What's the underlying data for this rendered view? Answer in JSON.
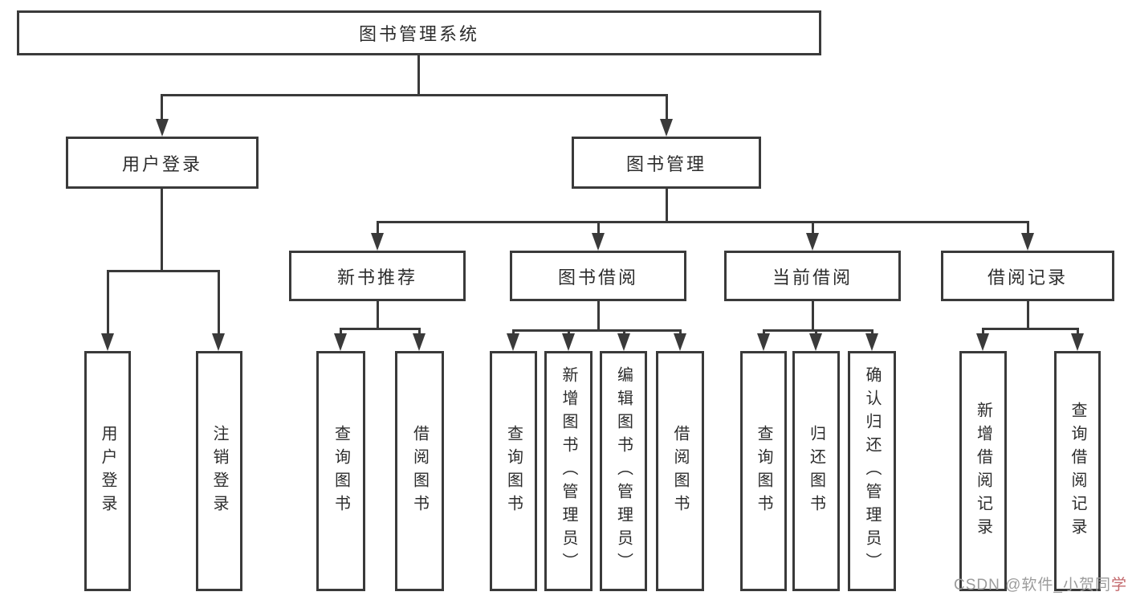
{
  "diagram": {
    "title": "图书管理系统",
    "root": {
      "label": "图书管理系统"
    },
    "level2": [
      {
        "label": "用户登录"
      },
      {
        "label": "图书管理"
      }
    ],
    "level3": [
      {
        "label": "新书推荐",
        "parent": "图书管理"
      },
      {
        "label": "图书借阅",
        "parent": "图书管理"
      },
      {
        "label": "当前借阅",
        "parent": "图书管理"
      },
      {
        "label": "借阅记录",
        "parent": "图书管理"
      }
    ],
    "leaves": [
      {
        "label": "用户登录",
        "parent": "用户登录"
      },
      {
        "label": "注销登录",
        "parent": "用户登录"
      },
      {
        "label": "查询图书",
        "parent": "新书推荐"
      },
      {
        "label": "借阅图书",
        "parent": "新书推荐"
      },
      {
        "label": "查询图书",
        "parent": "图书借阅"
      },
      {
        "label": "新增图书（管理员）",
        "parent": "图书借阅"
      },
      {
        "label": "编辑图书（管理员）",
        "parent": "图书借阅"
      },
      {
        "label": "借阅图书",
        "parent": "图书借阅"
      },
      {
        "label": "查询图书",
        "parent": "当前借阅"
      },
      {
        "label": "归还图书",
        "parent": "当前借阅"
      },
      {
        "label": "确认归还（管理员）",
        "parent": "当前借阅"
      },
      {
        "label": "新增借阅记录",
        "parent": "借阅记录"
      },
      {
        "label": "查询借阅记录",
        "parent": "借阅记录"
      }
    ]
  },
  "watermark": {
    "text": "CSDN @软件_小贺同学",
    "prefix": "CSDN @软件_小贺同",
    "accent": "学"
  },
  "colors": {
    "line": "#3a3a3a",
    "text": "#2d2d2d",
    "watermark": "#9c9c9c",
    "watermark-accent": "#c2666a",
    "background": "#ffffff"
  }
}
